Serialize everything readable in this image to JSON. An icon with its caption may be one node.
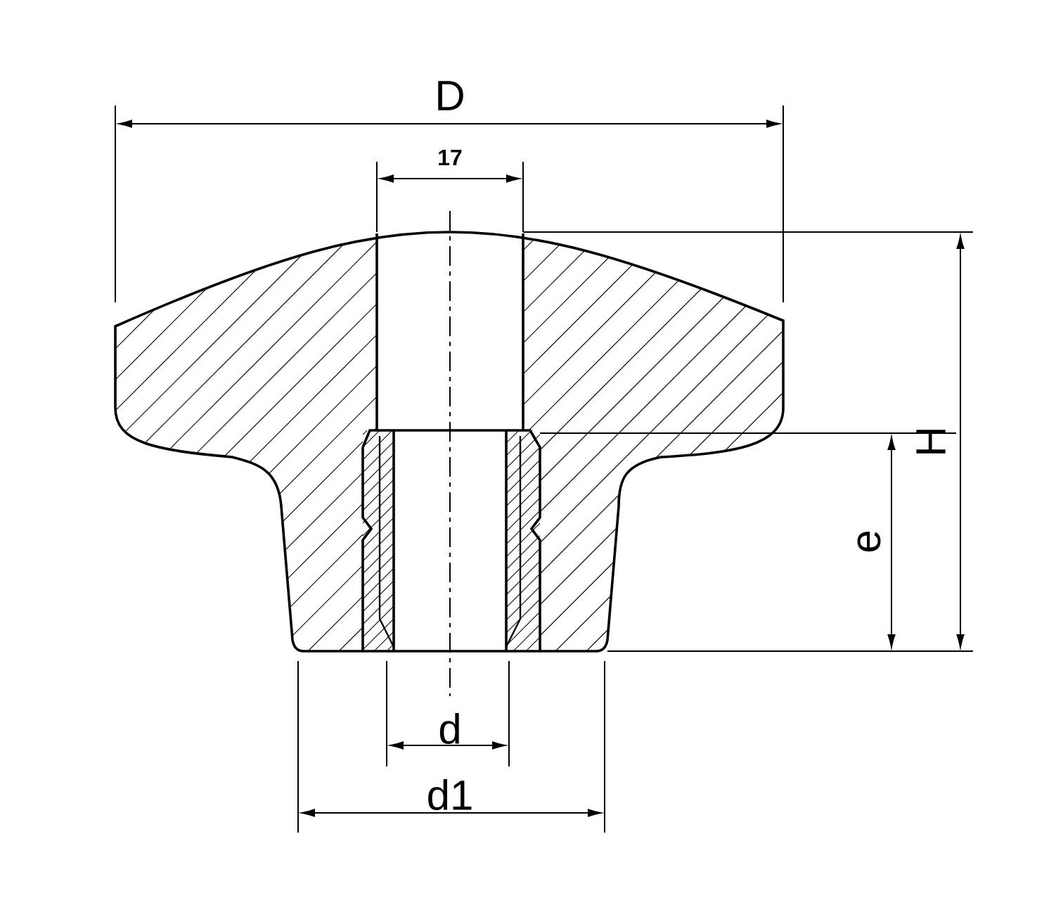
{
  "diagram": {
    "labels": [
      "D",
      "17",
      "H",
      "e",
      "d",
      "d1"
    ]
  }
}
